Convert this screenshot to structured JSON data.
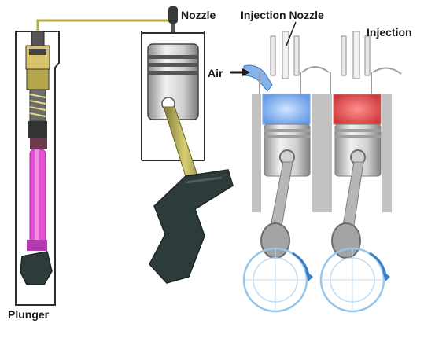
{
  "labels": {
    "nozzle": "Nozzle",
    "injection_nozzle": "Injection Nozzle",
    "injection": "Injection",
    "air": "Air",
    "plunger": "Plunger"
  },
  "colors": {
    "plunger_pink": "#e24fd0",
    "air_blue": "#6fa8f0",
    "injection_red": "#e04848",
    "crank_dark": "#2d3b3b",
    "rod_olive": "#b9ab45",
    "metal_light": "#dcdcdc",
    "metal_mid": "#a8a8a8",
    "flywheel_blue": "#8fc3ec"
  }
}
